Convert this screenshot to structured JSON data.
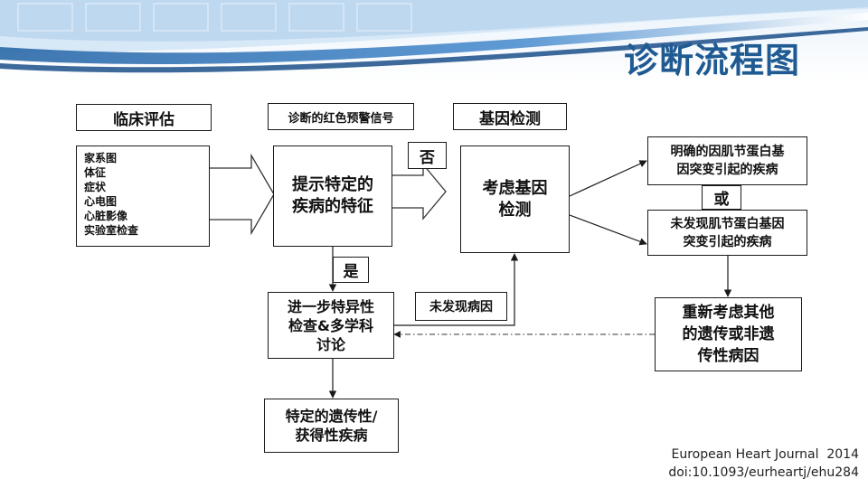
{
  "title": "诊断流程图",
  "headers": {
    "clinical_eval": "临床评估",
    "red_flags": "诊断的红色预警信号",
    "gene_test": "基因检测"
  },
  "clinical_items": [
    "家系图",
    "体征",
    "症状",
    "心电图",
    "心脏影像",
    "实验室检查"
  ],
  "boxes": {
    "specific_features": [
      "提示特定的",
      "疾病的特征"
    ],
    "consider_gene_test": [
      "考虑基因",
      "检测"
    ],
    "clear_sarcomere": [
      "明确的因肌节蛋白基",
      "因突变引起的疾病"
    ],
    "no_sarcomere": [
      "未发现肌节蛋白基因",
      "突变引起的疾病"
    ],
    "reconsider": [
      "重新考虑其他",
      "的遗传或非遗",
      "传性病因"
    ],
    "further_exam": [
      "进一步特异性",
      "检查&多学科",
      "讨论"
    ],
    "specific_disease": [
      "特定的遗传性/",
      "获得性疾病"
    ]
  },
  "labels": {
    "no": "否",
    "yes": "是",
    "or": "或",
    "no_cause_found": "未发现病因"
  },
  "citation": {
    "journal": "European Heart Journal  2014",
    "doi": "doi:10.1093/eurheartj/ehu284"
  },
  "colors": {
    "title": "#1f5a92",
    "banner_dark": "#1b4f8a",
    "banner_light": "#cfe3f5"
  }
}
